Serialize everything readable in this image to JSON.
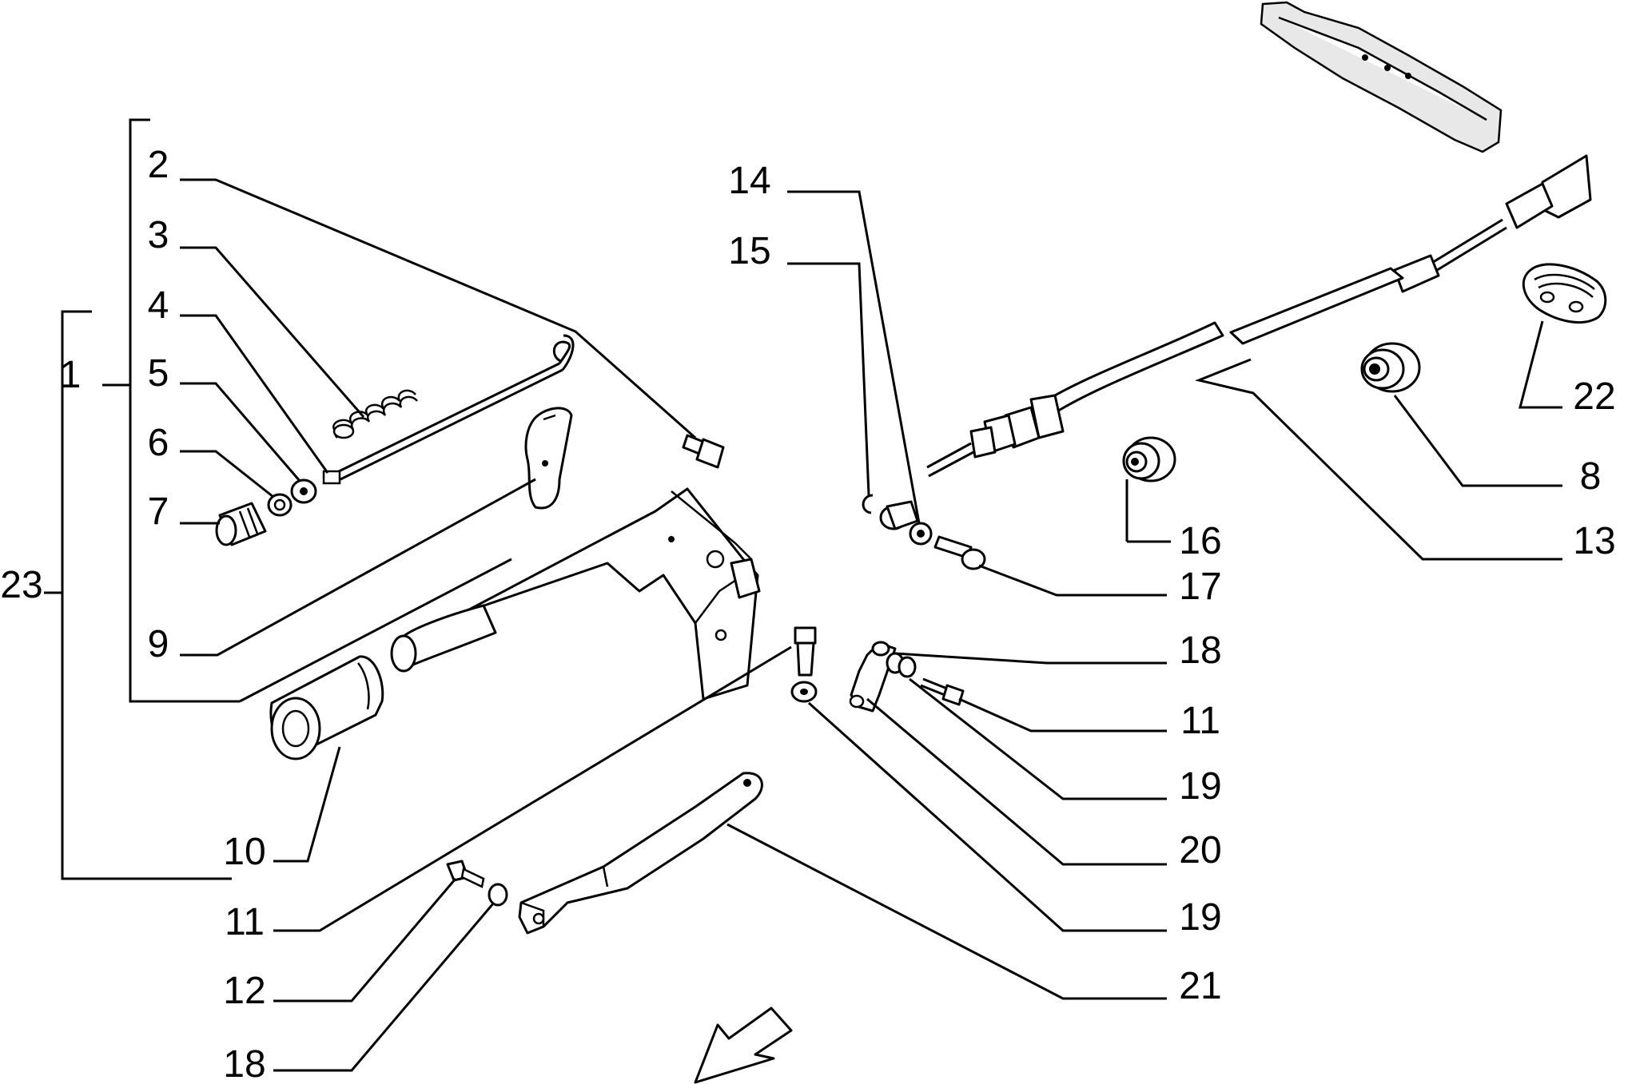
{
  "diagram": {
    "callouts": [
      {
        "id": "c1",
        "label": "1"
      },
      {
        "id": "c2",
        "label": "2"
      },
      {
        "id": "c3",
        "label": "3"
      },
      {
        "id": "c4",
        "label": "4"
      },
      {
        "id": "c5",
        "label": "5"
      },
      {
        "id": "c6",
        "label": "6"
      },
      {
        "id": "c7",
        "label": "7"
      },
      {
        "id": "c8",
        "label": "8"
      },
      {
        "id": "c9",
        "label": "9"
      },
      {
        "id": "c10",
        "label": "10"
      },
      {
        "id": "c11a",
        "label": "11"
      },
      {
        "id": "c11b",
        "label": "11"
      },
      {
        "id": "c12",
        "label": "12"
      },
      {
        "id": "c13",
        "label": "13"
      },
      {
        "id": "c14",
        "label": "14"
      },
      {
        "id": "c15",
        "label": "15"
      },
      {
        "id": "c16",
        "label": "16"
      },
      {
        "id": "c17",
        "label": "17"
      },
      {
        "id": "c18a",
        "label": "18"
      },
      {
        "id": "c18b",
        "label": "18"
      },
      {
        "id": "c19a",
        "label": "19"
      },
      {
        "id": "c19b",
        "label": "19"
      },
      {
        "id": "c20",
        "label": "20"
      },
      {
        "id": "c21",
        "label": "21"
      },
      {
        "id": "c22",
        "label": "22"
      },
      {
        "id": "c23",
        "label": "23"
      }
    ]
  }
}
